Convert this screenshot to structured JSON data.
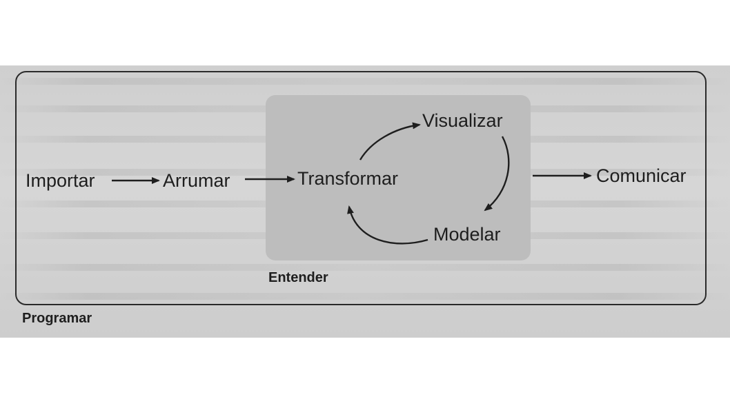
{
  "nodes": {
    "import": "Importar",
    "tidy": "Arrumar",
    "transform": "Transformar",
    "visualize": "Visualizar",
    "model": "Modelar",
    "communicate": "Comunicar"
  },
  "groups": {
    "understand": "Entender",
    "program": "Programar"
  },
  "colors": {
    "ink": "#1e1e1e",
    "paper": "#d2d2d2",
    "understand_fill": "#bdbdbd",
    "frame": "#2a2a2a"
  }
}
